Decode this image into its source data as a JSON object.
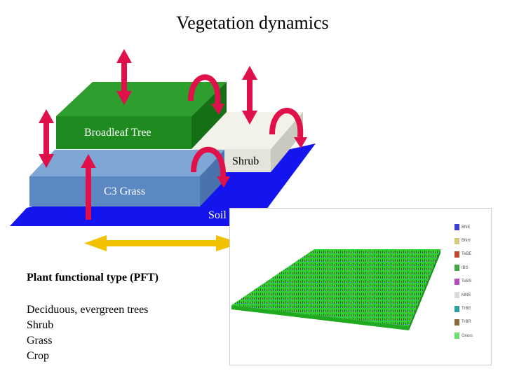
{
  "title": "Vegetation dynamics",
  "diagram": {
    "layers": {
      "broadleaf": "Broadleaf Tree",
      "shrub": "Shrub",
      "grass": "C3 Grass",
      "soil": "Soil"
    },
    "colors": {
      "tree_top": "#2e9e2e",
      "tree_front": "#1f8a1f",
      "tree_side": "#157015",
      "shrub_top": "#f2f2e8",
      "shrub_front": "#e4e4da",
      "shrub_side": "#c9c9c0",
      "grass_top": "#7ea7d6",
      "grass_front": "#5b88c2",
      "grass_side": "#4a73ad",
      "soil": "#1414ee",
      "arrow_red": "#e0104a",
      "arrow_yellow": "#f2c200"
    }
  },
  "pft": {
    "heading": "Plant functional type (PFT)",
    "items": [
      "Deciduous, evergreen trees",
      "Shrub",
      "Grass",
      "Crop"
    ]
  },
  "legend": {
    "items": [
      {
        "label": "BNE",
        "color": "#3b3bd6"
      },
      {
        "label": "BNH",
        "color": "#d8c879"
      },
      {
        "label": "TeBE",
        "color": "#c04a2a"
      },
      {
        "label": "IBS",
        "color": "#3fa83f"
      },
      {
        "label": "TeBS",
        "color": "#b84bc4"
      },
      {
        "label": "MNE",
        "color": "#d9d9d9"
      },
      {
        "label": "TrBE",
        "color": "#2fa0a0"
      },
      {
        "label": "TrBR",
        "color": "#8a6a3a"
      },
      {
        "label": "Grass",
        "color": "#6be06b"
      }
    ]
  }
}
